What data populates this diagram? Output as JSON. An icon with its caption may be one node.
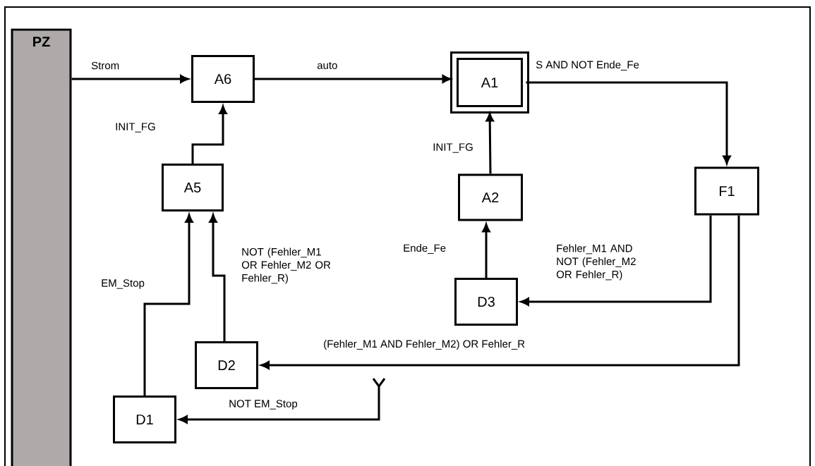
{
  "diagram": {
    "nodes": [
      {
        "text": [
          "PZ"
        ]
      },
      {
        "text": [
          "A6"
        ]
      },
      {
        "text": [
          "A1"
        ]
      },
      {
        "text": [
          "A5"
        ]
      },
      {
        "text": [
          "A2"
        ]
      },
      {
        "text": [
          "F1"
        ]
      },
      {
        "text": [
          "D3"
        ]
      },
      {
        "text": [
          "D2"
        ]
      },
      {
        "text": [
          "D1"
        ]
      }
    ],
    "edges": [
      {
        "from": 0,
        "to": 1,
        "arrow": "to",
        "label": "Strom"
      },
      {
        "from": 1,
        "to": 2,
        "arrow": "to",
        "label": "auto"
      },
      {
        "from": 2,
        "to": 5,
        "arrow": "to",
        "label": "S AND NOT Ende_Fe"
      },
      {
        "from": 3,
        "to": 1,
        "arrow": "to",
        "label": "INIT_FG"
      },
      {
        "from": 4,
        "to": 2,
        "arrow": "to",
        "label": "INIT_FG"
      },
      {
        "from": 6,
        "to": 4,
        "arrow": "to",
        "label": "Ende_Fe"
      },
      {
        "from": 5,
        "to": 6,
        "arrow": "to",
        "label": "Fehler_M1 AND NOT (Fehler_M2 OR Fehler_R)"
      },
      {
        "from": 5,
        "to": 7,
        "arrow": "to",
        "label": "(Fehler_M1 AND Fehler_M2) OR Fehler_R"
      },
      {
        "from": 7,
        "to": 3,
        "arrow": "to",
        "label": "NOT (Fehler_M1 OR Fehler_M2 OR Fehler_R)"
      },
      {
        "from": 8,
        "to": 3,
        "arrow": "to",
        "label": "EM_Stop"
      },
      {
        "from": null,
        "to": 8,
        "arrow": "to",
        "label": "NOT EM_Stop"
      }
    ]
  }
}
